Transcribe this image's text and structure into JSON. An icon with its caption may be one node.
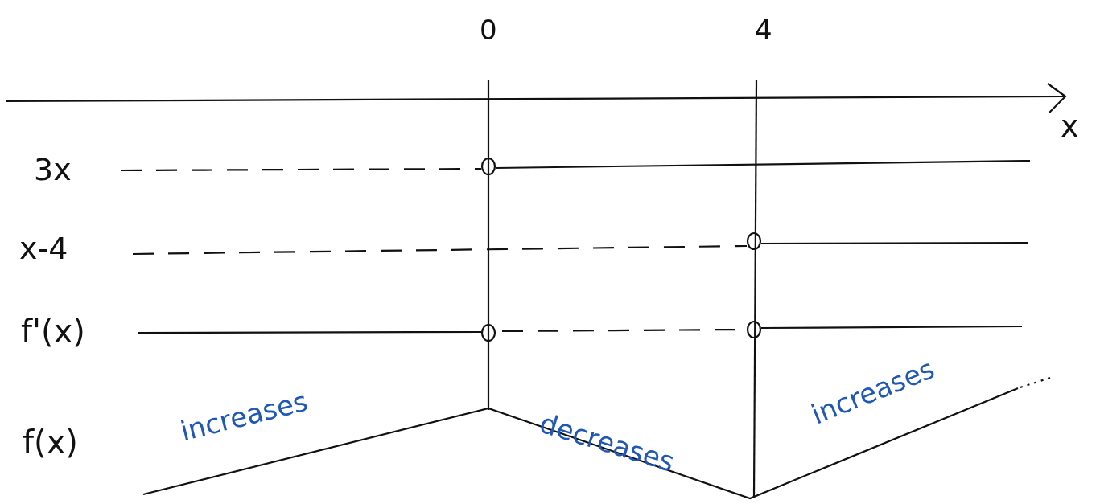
{
  "diagram": {
    "labels": [
      "0",
      "4",
      "x",
      "3x",
      "x-4",
      "f'(x)",
      "f(x)",
      "increases",
      "decreases",
      "increases"
    ]
  }
}
